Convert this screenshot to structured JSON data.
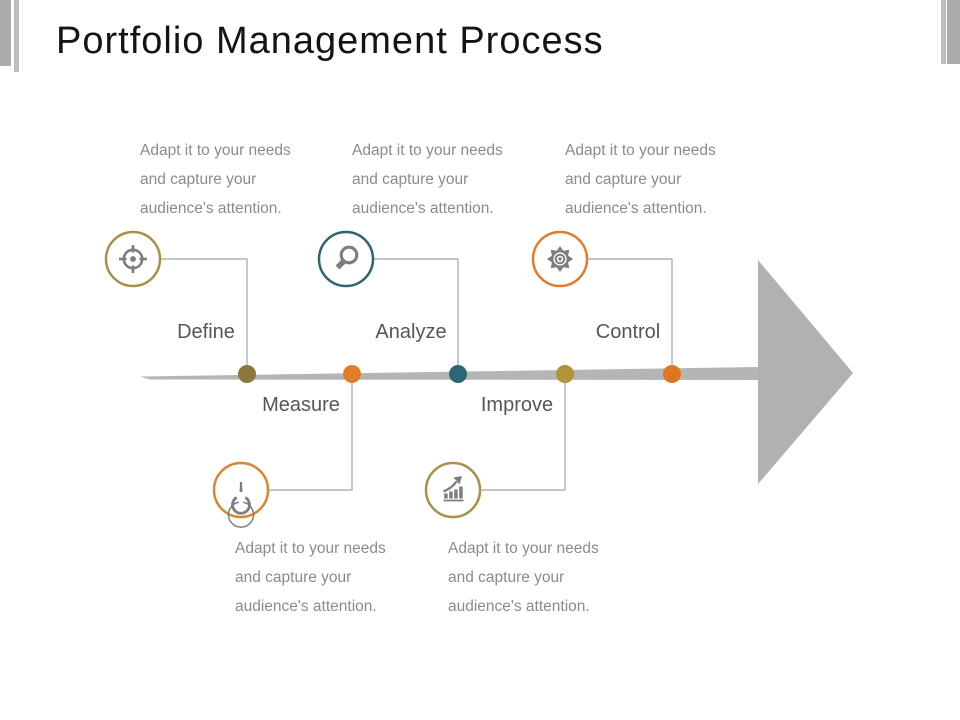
{
  "slide": {
    "title": "Portfolio Management Process",
    "adapt_text_lines": [
      "Adapt it to your needs",
      "and capture your",
      "audience's attention."
    ],
    "steps": [
      {
        "label": "Define",
        "icon": "target-icon",
        "placement": "above",
        "accent": "#a98f4a",
        "dot_color": "#8a793a"
      },
      {
        "label": "Measure",
        "icon": "gauge-icon",
        "placement": "below",
        "accent": "#d98634",
        "dot_color": "#e07e28"
      },
      {
        "label": "Analyze",
        "icon": "magnifier-icon",
        "placement": "above",
        "accent": "#2f6472",
        "dot_color": "#2d6675"
      },
      {
        "label": "Improve",
        "icon": "bar-chart-icon",
        "placement": "below",
        "accent": "#a98f4a",
        "dot_color": "#b29335"
      },
      {
        "label": "Control",
        "icon": "gear-icon",
        "placement": "above",
        "accent": "#dd7e2e",
        "dot_color": "#e0761f"
      }
    ],
    "arrow_color": "#b5b5b5",
    "arrowhead_color": "#b1b1b1",
    "connector_color": "#a3a3a3",
    "icon_color": "#7d7d7d"
  }
}
